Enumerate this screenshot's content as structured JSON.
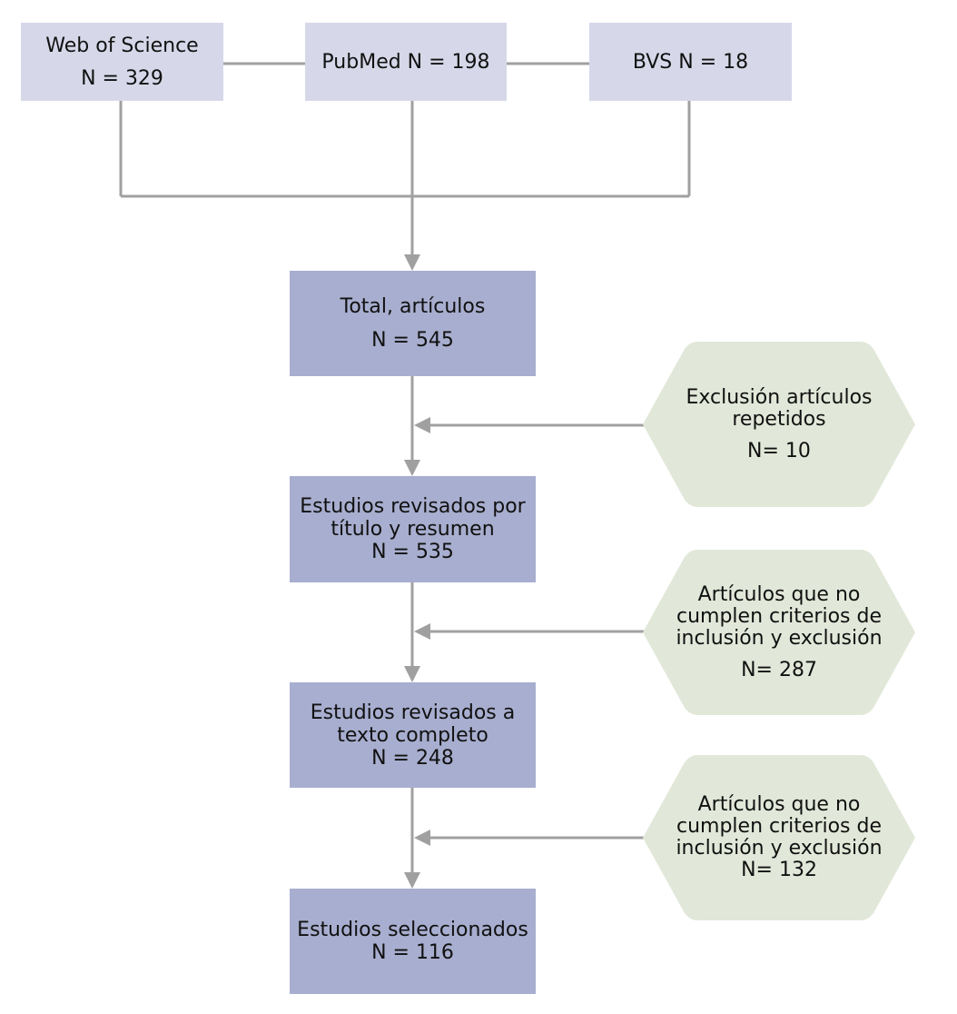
{
  "colors": {
    "source_fill": "#d6d8e9",
    "step_fill": "#a8aecf",
    "exclusion_fill": "#e2e8d9",
    "connector": "#a0a0a0"
  },
  "sources": [
    {
      "name": "Web of Science",
      "count": "N = 329"
    },
    {
      "name": "PubMed N = 198"
    },
    {
      "name": "BVS N = 18"
    }
  ],
  "steps": [
    {
      "line1": "Total, artículos",
      "count": "N = 545"
    },
    {
      "line1": "Estudios revisados por",
      "line2": "título y resumen",
      "count": "N = 535"
    },
    {
      "line1": "Estudios revisados a",
      "line2": "texto completo",
      "count": "N = 248"
    },
    {
      "line1": "Estudios seleccionados",
      "count": "N = 116"
    }
  ],
  "exclusions": [
    {
      "line1": "Exclusión artículos",
      "line2": "repetidos",
      "count": "N= 10"
    },
    {
      "line1": "Artículos que no",
      "line2": "cumplen criterios de",
      "line3": "inclusión y exclusión",
      "count": "N= 287"
    },
    {
      "line1": "Artículos que no",
      "line2": "cumplen criterios de",
      "line3": "inclusión y exclusión",
      "count": "N= 132"
    }
  ]
}
